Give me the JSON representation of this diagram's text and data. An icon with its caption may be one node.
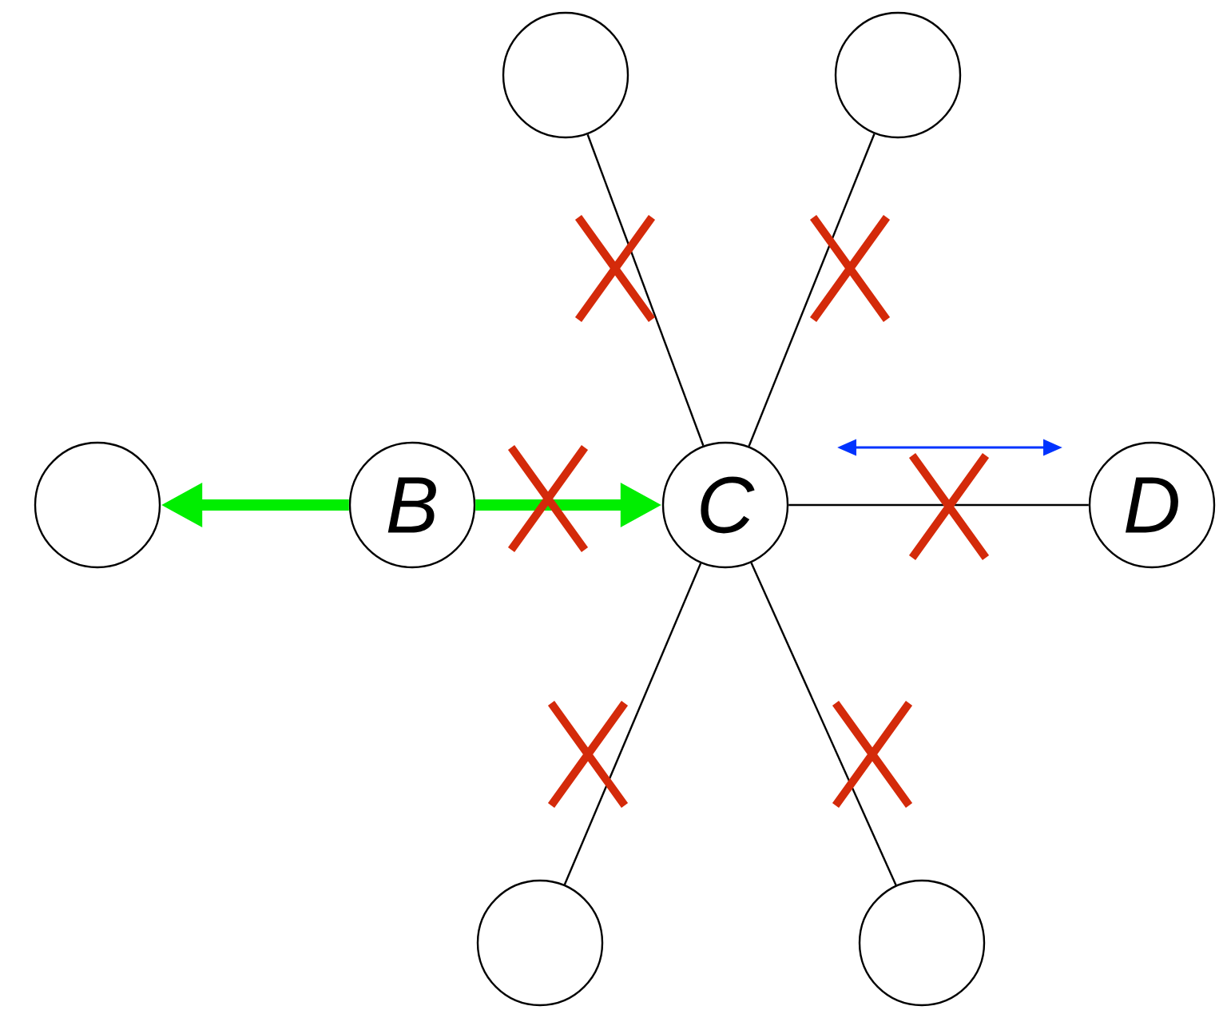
{
  "diagram": {
    "nodes": [
      {
        "text": [],
        "shape": "circle"
      },
      {
        "text": [
          "B"
        ]
      },
      {
        "text": [
          "C"
        ]
      },
      {
        "text": [
          "D"
        ]
      },
      {
        "text": [],
        "shape": "circle"
      },
      {
        "text": [],
        "shape": "circle"
      },
      {
        "text": [],
        "shape": "circle"
      },
      {
        "text": [],
        "shape": "circle"
      }
    ],
    "edges": [
      {
        "from": 1,
        "to": 0,
        "arrow": "to",
        "style": "thick",
        "color": "#00ee00"
      },
      {
        "from": 1,
        "to": 2,
        "arrow": "to",
        "style": "thick",
        "color": "#00ee00"
      },
      {
        "from": 2,
        "to": 3,
        "arrow": "none"
      },
      {
        "from": 2,
        "to": 4,
        "arrow": "none"
      },
      {
        "from": 2,
        "to": 5,
        "arrow": "none"
      },
      {
        "from": 2,
        "to": 6,
        "arrow": "none"
      },
      {
        "from": 2,
        "to": 7,
        "arrow": "none"
      }
    ]
  }
}
